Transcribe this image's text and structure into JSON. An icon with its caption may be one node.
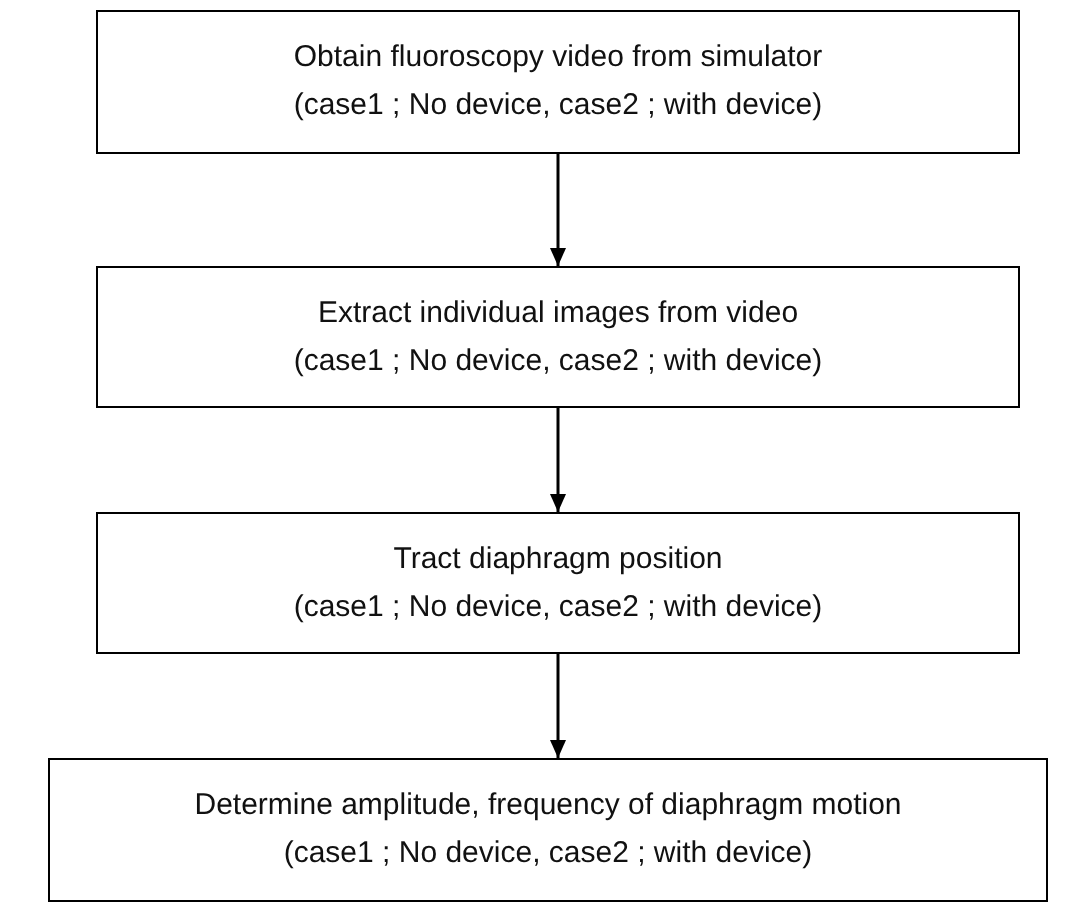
{
  "diagram": {
    "nodes": [
      {
        "text": [
          "Obtain fluoroscopy video from simulator",
          "(case1 ; No device, case2 ; with device)"
        ]
      },
      {
        "text": [
          "Extract individual images from video",
          "(case1 ; No device, case2 ; with device)"
        ]
      },
      {
        "text": [
          "Tract diaphragm position",
          "(case1 ; No device, case2 ; with device)"
        ]
      },
      {
        "text": [
          "Determine amplitude, frequency of diaphragm motion",
          "(case1 ; No device, case2 ; with device)"
        ]
      }
    ],
    "edges": [
      {
        "from": 0,
        "to": 1,
        "arrow": "to"
      },
      {
        "from": 1,
        "to": 2,
        "arrow": "to"
      },
      {
        "from": 2,
        "to": 3,
        "arrow": "to"
      }
    ]
  }
}
